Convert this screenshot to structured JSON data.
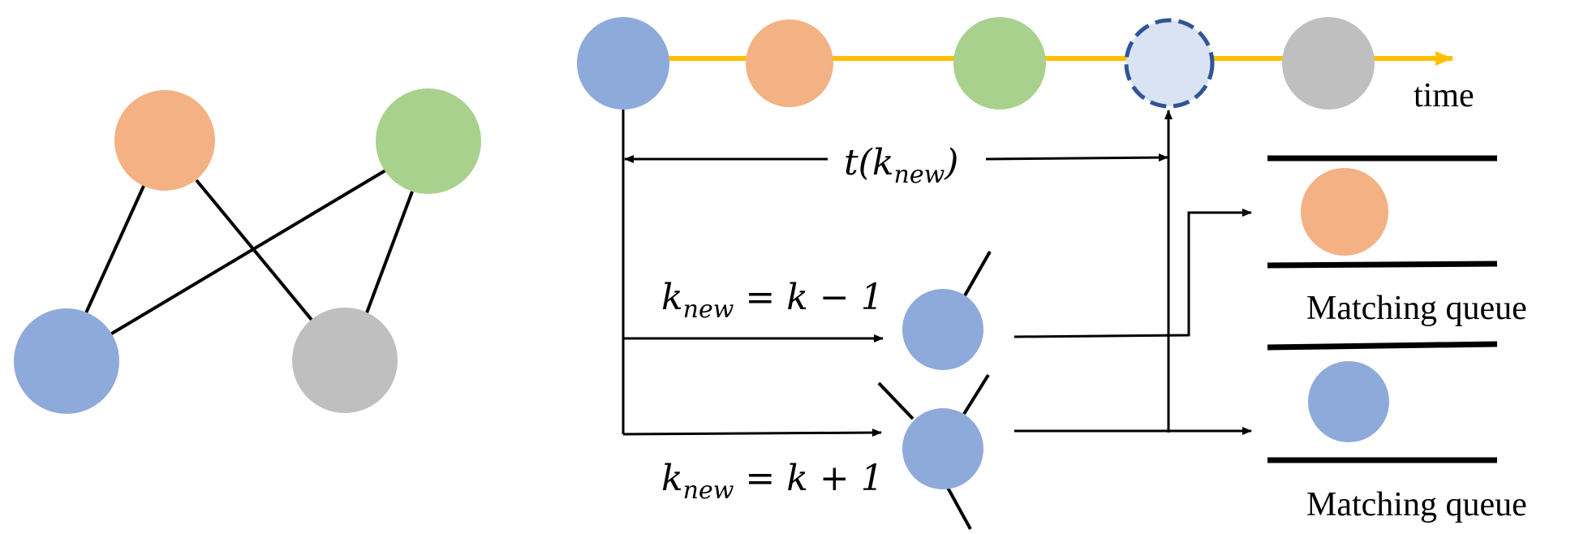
{
  "colors": {
    "blue": "#8eaadb",
    "orange": "#f4b183",
    "green": "#a9d18e",
    "gray": "#bfbfbf",
    "new_node_fill": "#dae3f3",
    "new_node_stroke": "#2f5597",
    "timeline": "#ffc000",
    "line": "#000000"
  },
  "graph": {
    "nodes": [
      {
        "name": "orange-node",
        "color": "orange"
      },
      {
        "name": "green-node",
        "color": "green"
      },
      {
        "name": "blue-node",
        "color": "blue"
      },
      {
        "name": "gray-node",
        "color": "gray"
      }
    ],
    "edges": [
      [
        "orange-node",
        "blue-node"
      ],
      [
        "orange-node",
        "gray-node"
      ],
      [
        "green-node",
        "blue-node"
      ],
      [
        "green-node",
        "gray-node"
      ]
    ]
  },
  "timeline": {
    "axis_label": "time",
    "nodes": [
      "blue",
      "orange",
      "green",
      "new",
      "gray"
    ]
  },
  "interval": {
    "label_t": "t(",
    "label_k": "k",
    "label_sub": "new",
    "label_close": ")"
  },
  "branches": {
    "minus": {
      "k": "k",
      "sub": "new",
      "rest": " = k − 1"
    },
    "plus": {
      "k": "k",
      "sub": "new",
      "rest": " = k + 1"
    }
  },
  "queues": [
    {
      "label": "Matching queue",
      "item_color": "orange"
    },
    {
      "label": "Matching queue",
      "item_color": "blue"
    }
  ]
}
